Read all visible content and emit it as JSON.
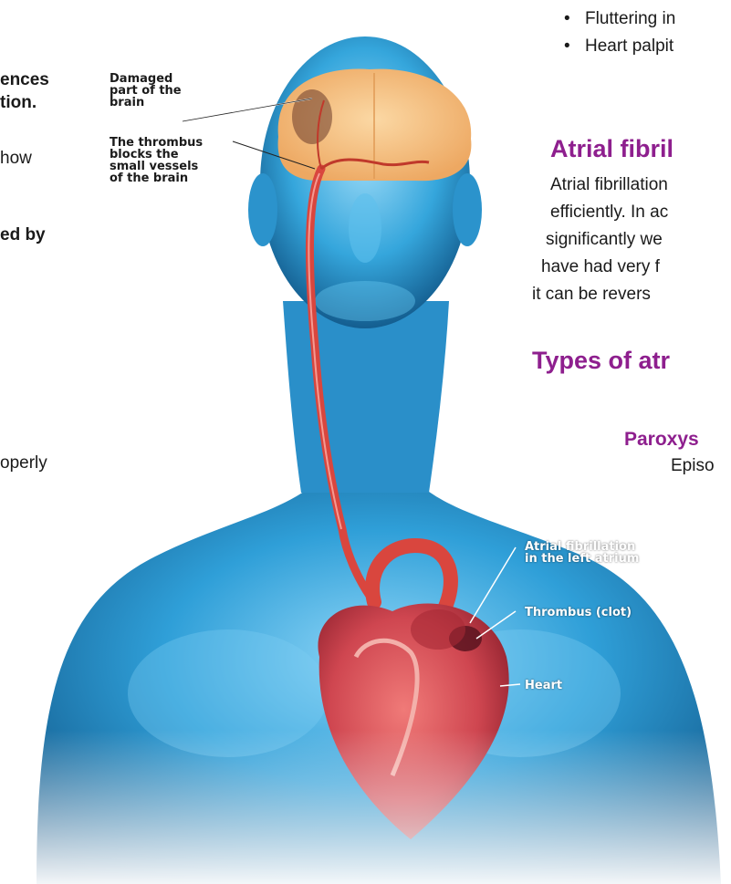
{
  "left_column": {
    "line1": "ences",
    "line2": "tion.",
    "line3": "how",
    "line4": "ed by",
    "line5": "operly"
  },
  "symptoms": {
    "items": [
      "Fluttering in",
      "Heart palpit"
    ]
  },
  "section_af": {
    "heading": "Atrial fibril",
    "lines": [
      "Atrial fibrillation",
      "efficiently. In ac",
      "significantly we",
      "have had very f",
      "it can be revers"
    ]
  },
  "section_types": {
    "heading": "Types of atr",
    "subheading": "Paroxys",
    "text": "Episo"
  },
  "illustration": {
    "callouts": {
      "damaged": [
        "Damaged",
        "part of the",
        "brain"
      ],
      "thrombus_blocks": [
        "The thrombus",
        "blocks the",
        "small vessels",
        "of the brain"
      ],
      "af_left_atrium": [
        "Atrial fibrillation",
        "in the left atrium"
      ],
      "clot": "Thrombus (clot)",
      "heart": "Heart"
    }
  },
  "colors": {
    "heading_purple": "#8e1f8e",
    "body_blue": "#2f9fd8",
    "body_dark": "#0f4f80",
    "brain": "#f5c384",
    "artery": "#e0473e",
    "heart": "#c8404a"
  }
}
